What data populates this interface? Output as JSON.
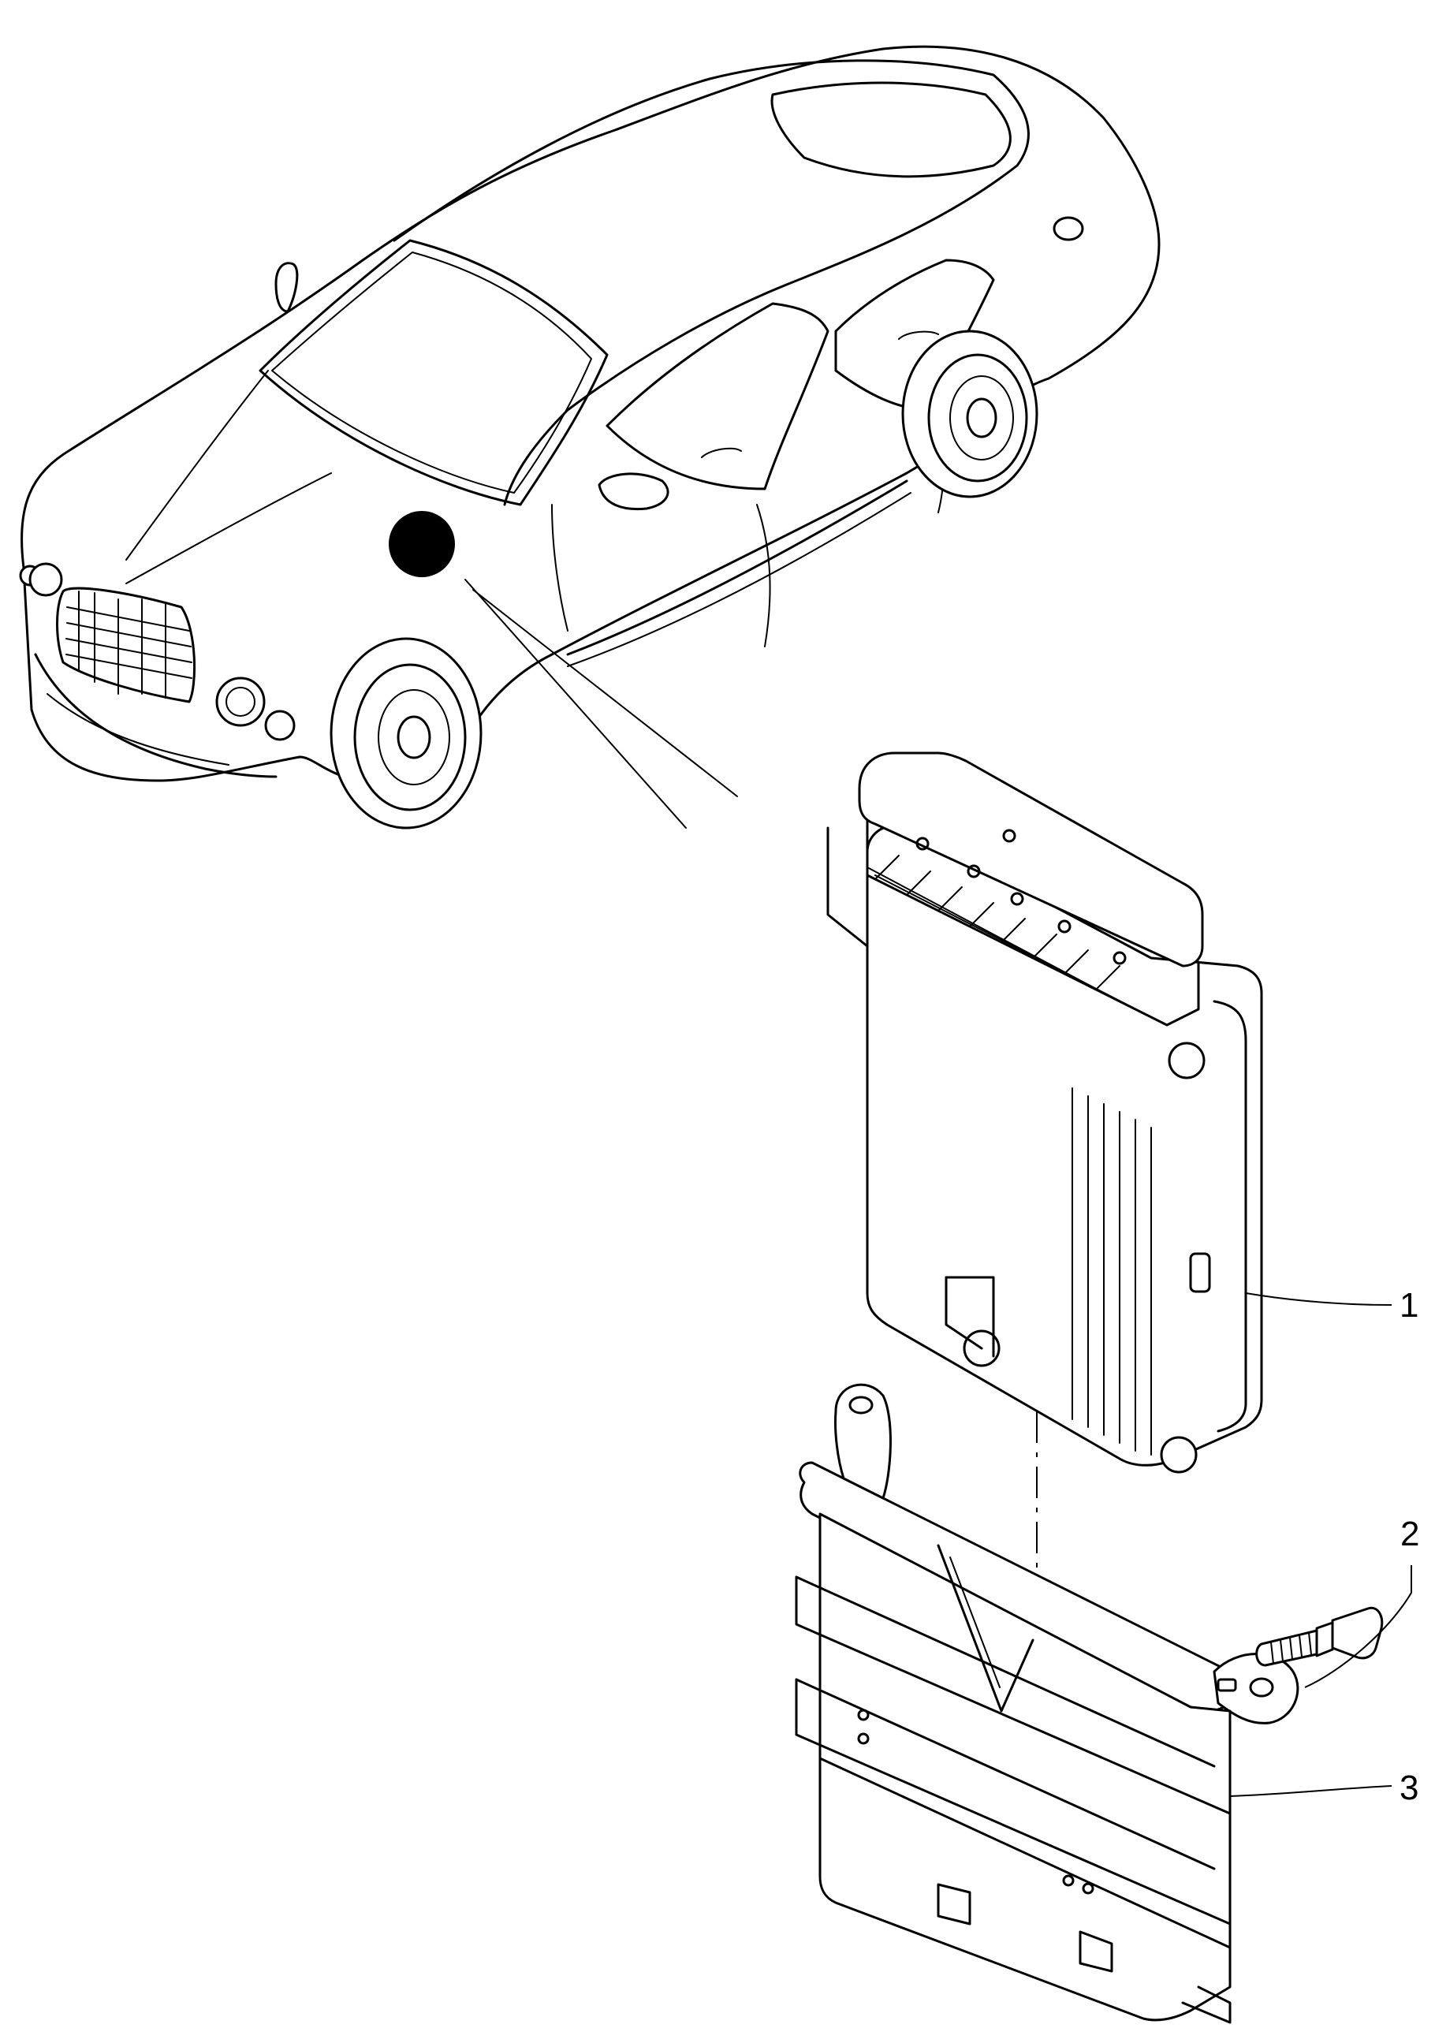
{
  "callouts": [
    {
      "id": "1",
      "label": "1"
    },
    {
      "id": "2",
      "label": "2"
    },
    {
      "id": "3",
      "label": "3"
    }
  ],
  "marker_color": "#000000"
}
